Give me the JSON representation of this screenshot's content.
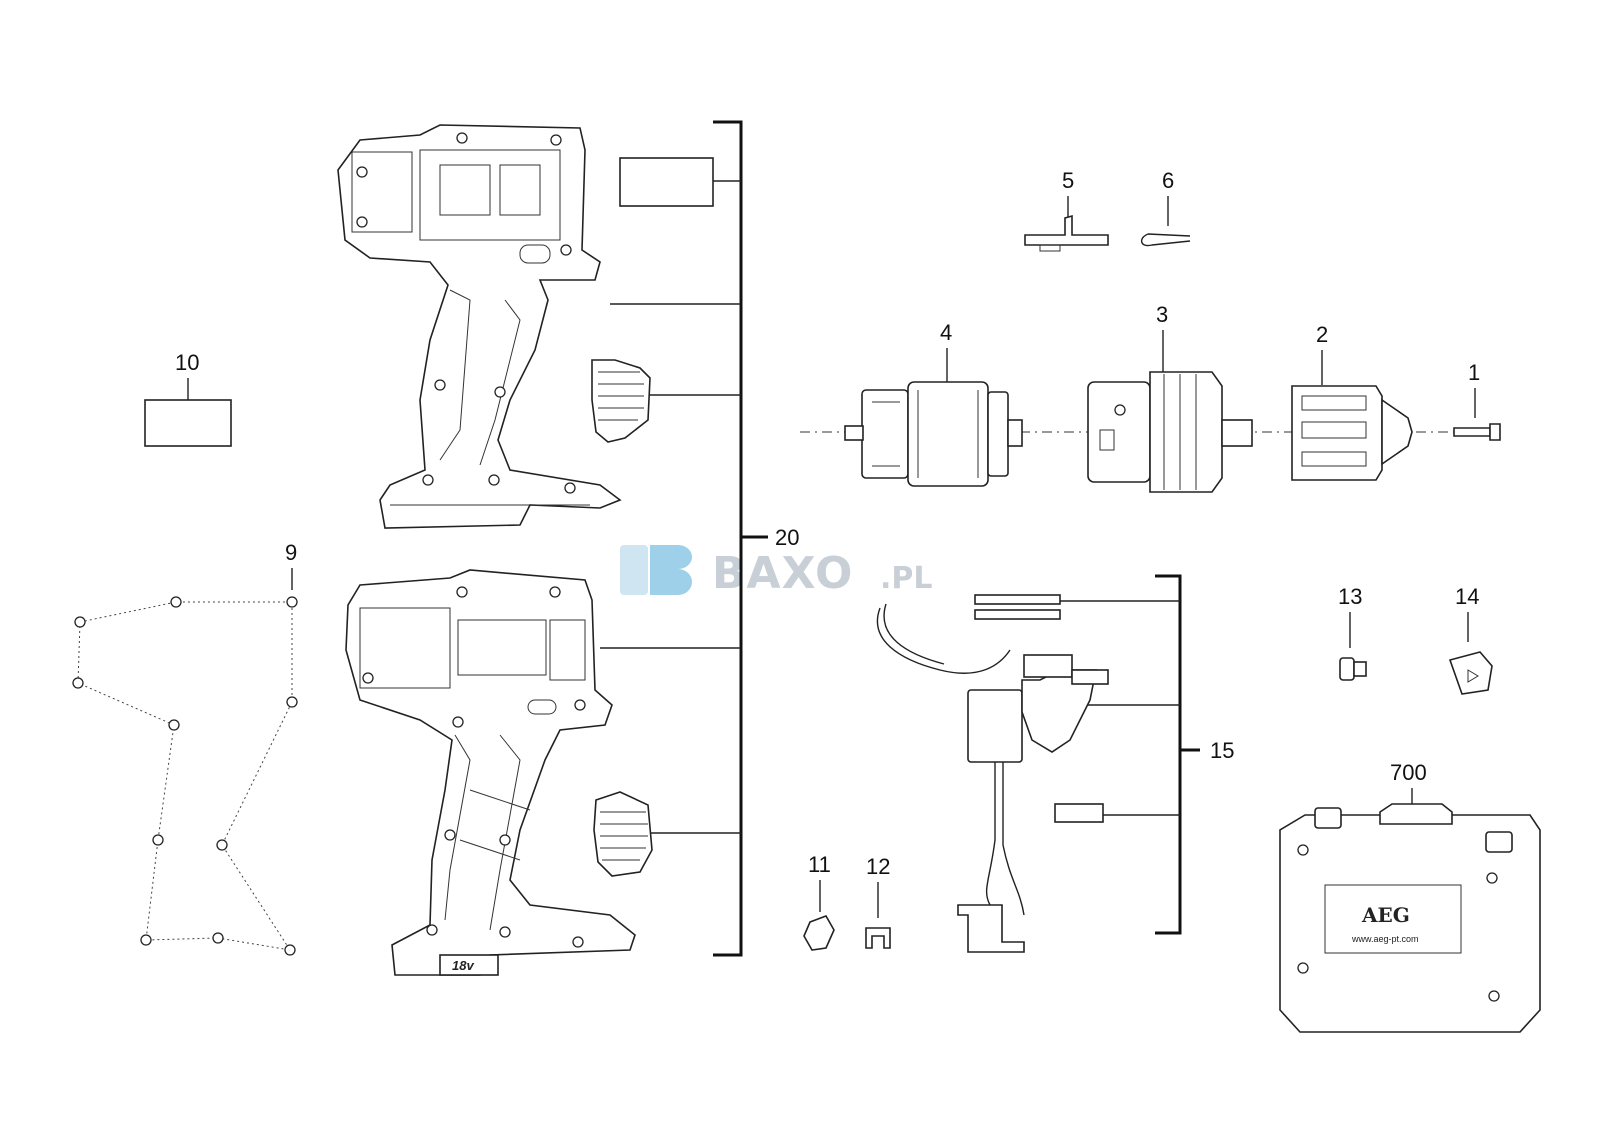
{
  "labels": {
    "p1": "1",
    "p2": "2",
    "p3": "3",
    "p4": "4",
    "p5": "5",
    "p6": "6",
    "p9": "9",
    "p10": "10",
    "p11": "11",
    "p12": "12",
    "p13": "13",
    "p14": "14",
    "p15": "15",
    "p20": "20",
    "p700": "700"
  },
  "case": {
    "brand": "AEG",
    "url": "www.aeg-pt.com"
  },
  "housing": {
    "voltage_badge": "18v"
  },
  "watermark": {
    "text": "BAXO",
    "suffix": ".PL"
  }
}
